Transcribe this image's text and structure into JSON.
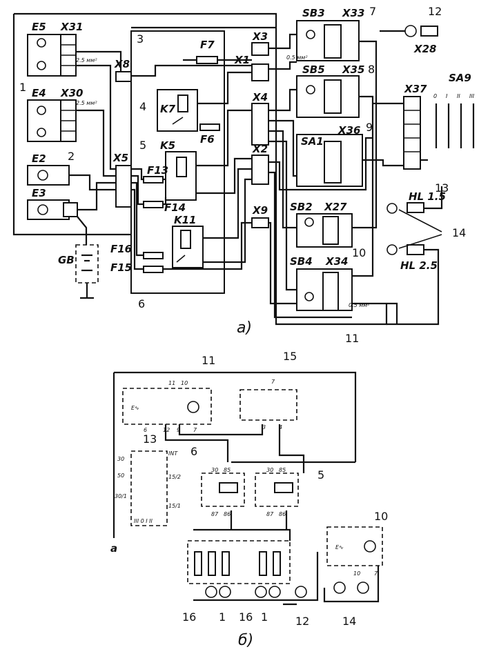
{
  "captions": {
    "a": "а)",
    "b": "б)"
  },
  "top": {
    "components": {
      "E5": "E5",
      "X31": "X31",
      "E4": "X30",
      "E4n": "E4",
      "E2": "E2",
      "E3": "E3",
      "GB": "GB",
      "X8": "X8",
      "X5": "X5",
      "F7": "F7",
      "X3": "X3",
      "X1": "X1",
      "X4": "X4",
      "K7": "K7",
      "F6": "F6",
      "K5": "K5",
      "F13": "F13",
      "F14": "F14",
      "K11": "K11",
      "F16": "F16",
      "F15": "F15",
      "X2": "X2",
      "X9": "X9",
      "SB3": "SB3",
      "X33": "X33",
      "X28": "X28",
      "SB5": "SB5",
      "X35": "X35",
      "X37": "X37",
      "SA9": "SA9",
      "SA1": "SA1",
      "X36": "X36",
      "SB2": "SB2",
      "X27": "X27",
      "SB4": "SB4",
      "X34": "X34",
      "HL15": "HL 1.5",
      "HL25": "HL 2.5"
    },
    "callouts": [
      "1",
      "2",
      "3",
      "4",
      "5",
      "6",
      "7",
      "8",
      "9",
      "10",
      "11",
      "12",
      "13",
      "14"
    ],
    "sa9_positions": [
      "0",
      "I",
      "II",
      "III"
    ],
    "wire_notes": [
      "2.5 мм²",
      "0.5 мм²",
      "2.5 мм²",
      "0.5 мм²"
    ]
  },
  "bottom": {
    "callouts": [
      "11",
      "15",
      "13",
      "6",
      "5",
      "10",
      "16",
      "1",
      "16",
      "1",
      "12",
      "14"
    ],
    "pins": {
      "p11a": "11",
      "p11b": "10",
      "p11c": "12",
      "p11d": "9",
      "p11e": "7",
      "p11f": "6",
      "p15a": "7",
      "p15b": "3",
      "p15c": "4",
      "p6a": "30",
      "p6b": "85",
      "p6c": "87",
      "p6d": "86",
      "p5a": "30",
      "p5b": "85",
      "p5c": "87",
      "p5d": "86",
      "p13a": "30",
      "p13b": "50",
      "p13c": "30/1",
      "p13d": "INT",
      "p13e": "15/2",
      "p13f": "15/1",
      "p10a": "10",
      "p10b": "7"
    },
    "wire_label": "а",
    "switch_positions": "III  0  I  II"
  }
}
